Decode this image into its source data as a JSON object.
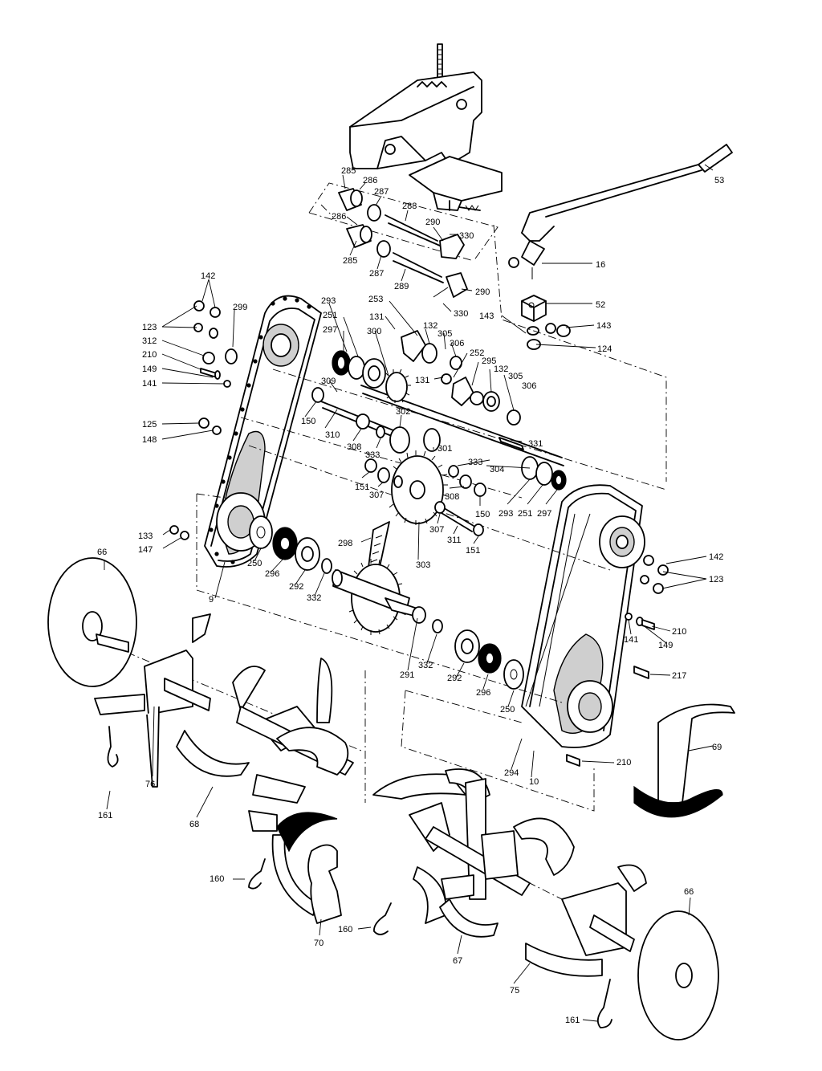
{
  "diagram": {
    "part_labels": [
      {
        "id": "53",
        "text": "53"
      },
      {
        "id": "285a",
        "text": "285"
      },
      {
        "id": "286a",
        "text": "286"
      },
      {
        "id": "287a",
        "text": "287"
      },
      {
        "id": "288",
        "text": "288"
      },
      {
        "id": "290a",
        "text": "290"
      },
      {
        "id": "330a",
        "text": "330"
      },
      {
        "id": "286b",
        "text": "286"
      },
      {
        "id": "285b",
        "text": "285"
      },
      {
        "id": "287b",
        "text": "287"
      },
      {
        "id": "289",
        "text": "289"
      },
      {
        "id": "290b",
        "text": "290"
      },
      {
        "id": "330b",
        "text": "330"
      },
      {
        "id": "16",
        "text": "16"
      },
      {
        "id": "52",
        "text": "52"
      },
      {
        "id": "143a",
        "text": "143"
      },
      {
        "id": "143b",
        "text": "143"
      },
      {
        "id": "124",
        "text": "124"
      },
      {
        "id": "142a",
        "text": "142"
      },
      {
        "id": "299",
        "text": "299"
      },
      {
        "id": "123a",
        "text": "123"
      },
      {
        "id": "312",
        "text": "312"
      },
      {
        "id": "210a",
        "text": "210"
      },
      {
        "id": "149a",
        "text": "149"
      },
      {
        "id": "141a",
        "text": "141"
      },
      {
        "id": "125",
        "text": "125"
      },
      {
        "id": "148",
        "text": "148"
      },
      {
        "id": "293a",
        "text": "293"
      },
      {
        "id": "251a",
        "text": "251"
      },
      {
        "id": "297a",
        "text": "297"
      },
      {
        "id": "253",
        "text": "253"
      },
      {
        "id": "131a",
        "text": "131"
      },
      {
        "id": "300",
        "text": "300"
      },
      {
        "id": "132a",
        "text": "132"
      },
      {
        "id": "305a",
        "text": "305"
      },
      {
        "id": "306a",
        "text": "306"
      },
      {
        "id": "252",
        "text": "252"
      },
      {
        "id": "295",
        "text": "295"
      },
      {
        "id": "132b",
        "text": "132"
      },
      {
        "id": "305b",
        "text": "305"
      },
      {
        "id": "306b",
        "text": "306"
      },
      {
        "id": "131b",
        "text": "131"
      },
      {
        "id": "309",
        "text": "309"
      },
      {
        "id": "150a",
        "text": "150"
      },
      {
        "id": "310",
        "text": "310"
      },
      {
        "id": "308a",
        "text": "308"
      },
      {
        "id": "302",
        "text": "302"
      },
      {
        "id": "333a",
        "text": "333"
      },
      {
        "id": "301",
        "text": "301"
      },
      {
        "id": "331",
        "text": "331"
      },
      {
        "id": "333b",
        "text": "333"
      },
      {
        "id": "304",
        "text": "304"
      },
      {
        "id": "151a",
        "text": "151"
      },
      {
        "id": "307a",
        "text": "307"
      },
      {
        "id": "308b",
        "text": "308"
      },
      {
        "id": "150b",
        "text": "150"
      },
      {
        "id": "293b",
        "text": "293"
      },
      {
        "id": "251b",
        "text": "251"
      },
      {
        "id": "297b",
        "text": "297"
      },
      {
        "id": "307b",
        "text": "307"
      },
      {
        "id": "311",
        "text": "311"
      },
      {
        "id": "151b",
        "text": "151"
      },
      {
        "id": "133",
        "text": "133"
      },
      {
        "id": "147",
        "text": "147"
      },
      {
        "id": "298",
        "text": "298"
      },
      {
        "id": "303",
        "text": "303"
      },
      {
        "id": "250a",
        "text": "250"
      },
      {
        "id": "296a",
        "text": "296"
      },
      {
        "id": "292a",
        "text": "292"
      },
      {
        "id": "332a",
        "text": "332"
      },
      {
        "id": "9",
        "text": "9"
      },
      {
        "id": "142b",
        "text": "142"
      },
      {
        "id": "123b",
        "text": "123"
      },
      {
        "id": "210b",
        "text": "210"
      },
      {
        "id": "141b",
        "text": "141"
      },
      {
        "id": "149b",
        "text": "149"
      },
      {
        "id": "217",
        "text": "217"
      },
      {
        "id": "291",
        "text": "291"
      },
      {
        "id": "332b",
        "text": "332"
      },
      {
        "id": "292b",
        "text": "292"
      },
      {
        "id": "296b",
        "text": "296"
      },
      {
        "id": "250b",
        "text": "250"
      },
      {
        "id": "210c",
        "text": "210"
      },
      {
        "id": "294",
        "text": "294"
      },
      {
        "id": "10",
        "text": "10"
      },
      {
        "id": "69",
        "text": "69"
      },
      {
        "id": "66a",
        "text": "66"
      },
      {
        "id": "76",
        "text": "76"
      },
      {
        "id": "161a",
        "text": "161"
      },
      {
        "id": "68",
        "text": "68"
      },
      {
        "id": "160a",
        "text": "160"
      },
      {
        "id": "70",
        "text": "70"
      },
      {
        "id": "160b",
        "text": "160"
      },
      {
        "id": "67",
        "text": "67"
      },
      {
        "id": "66b",
        "text": "66"
      },
      {
        "id": "75",
        "text": "75"
      },
      {
        "id": "161b",
        "text": "161"
      }
    ]
  }
}
